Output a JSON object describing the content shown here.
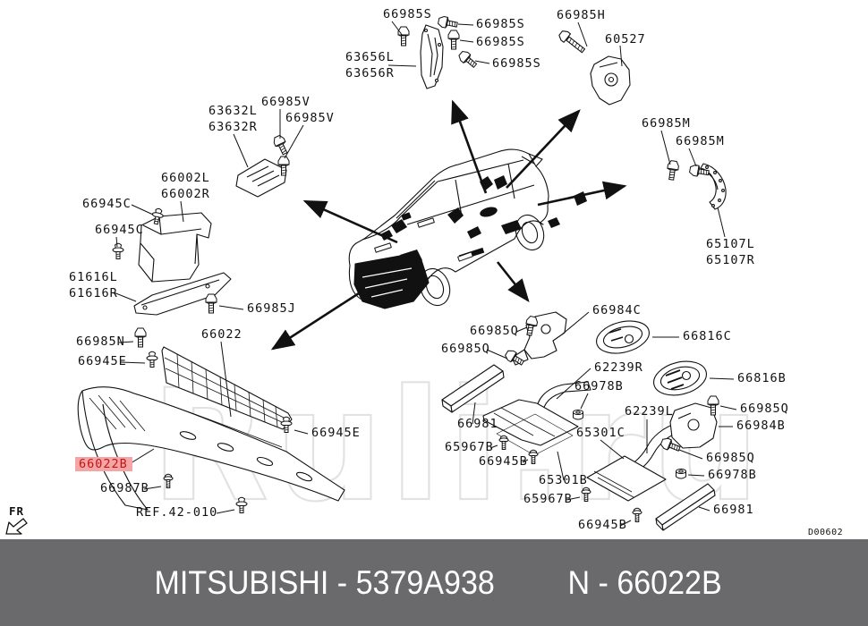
{
  "diagram": {
    "watermark": "Ruli.ru",
    "line_color": "#111111",
    "highlight": {
      "text_color": "#c41414",
      "bg_color": "#f4a6a6"
    },
    "labels": [
      {
        "text": "66985S"
      },
      {
        "text": "66985S"
      },
      {
        "text": "66985S"
      },
      {
        "text": "66985S"
      },
      {
        "text": "63656L"
      },
      {
        "text": "63656R"
      },
      {
        "text": "66985H"
      },
      {
        "text": "60527"
      },
      {
        "text": "66985M"
      },
      {
        "text": "66985M"
      },
      {
        "text": "65107L"
      },
      {
        "text": "65107R"
      },
      {
        "text": "63632L"
      },
      {
        "text": "63632R"
      },
      {
        "text": "66985V"
      },
      {
        "text": "66985V"
      },
      {
        "text": "66002L"
      },
      {
        "text": "66002R"
      },
      {
        "text": "66945C"
      },
      {
        "text": "66945C"
      },
      {
        "text": "61616L"
      },
      {
        "text": "61616R"
      },
      {
        "text": "66985J"
      },
      {
        "text": "66985N"
      },
      {
        "text": "66945E"
      },
      {
        "text": "66022"
      },
      {
        "text": "66945E"
      },
      {
        "text": "66022B"
      },
      {
        "text": "66987B"
      },
      {
        "text": "REF.42-010"
      },
      {
        "text": "FR"
      },
      {
        "text": "66985Q"
      },
      {
        "text": "66985Q"
      },
      {
        "text": "66984C"
      },
      {
        "text": "66816C"
      },
      {
        "text": "62239R"
      },
      {
        "text": "66978B"
      },
      {
        "text": "66816B"
      },
      {
        "text": "66981"
      },
      {
        "text": "65967B"
      },
      {
        "text": "66945B"
      },
      {
        "text": "65301C"
      },
      {
        "text": "65301B"
      },
      {
        "text": "65967B"
      },
      {
        "text": "66945B"
      },
      {
        "text": "62239L"
      },
      {
        "text": "66985Q"
      },
      {
        "text": "66984B"
      },
      {
        "text": "66985Q"
      },
      {
        "text": "66978B"
      },
      {
        "text": "66981"
      },
      {
        "text": "D00602"
      }
    ]
  },
  "footer": {
    "left": "MITSUBISHI - 5379A938",
    "right": "N - 66022B",
    "bg": "#6a696b",
    "text_color": "#ffffff"
  }
}
